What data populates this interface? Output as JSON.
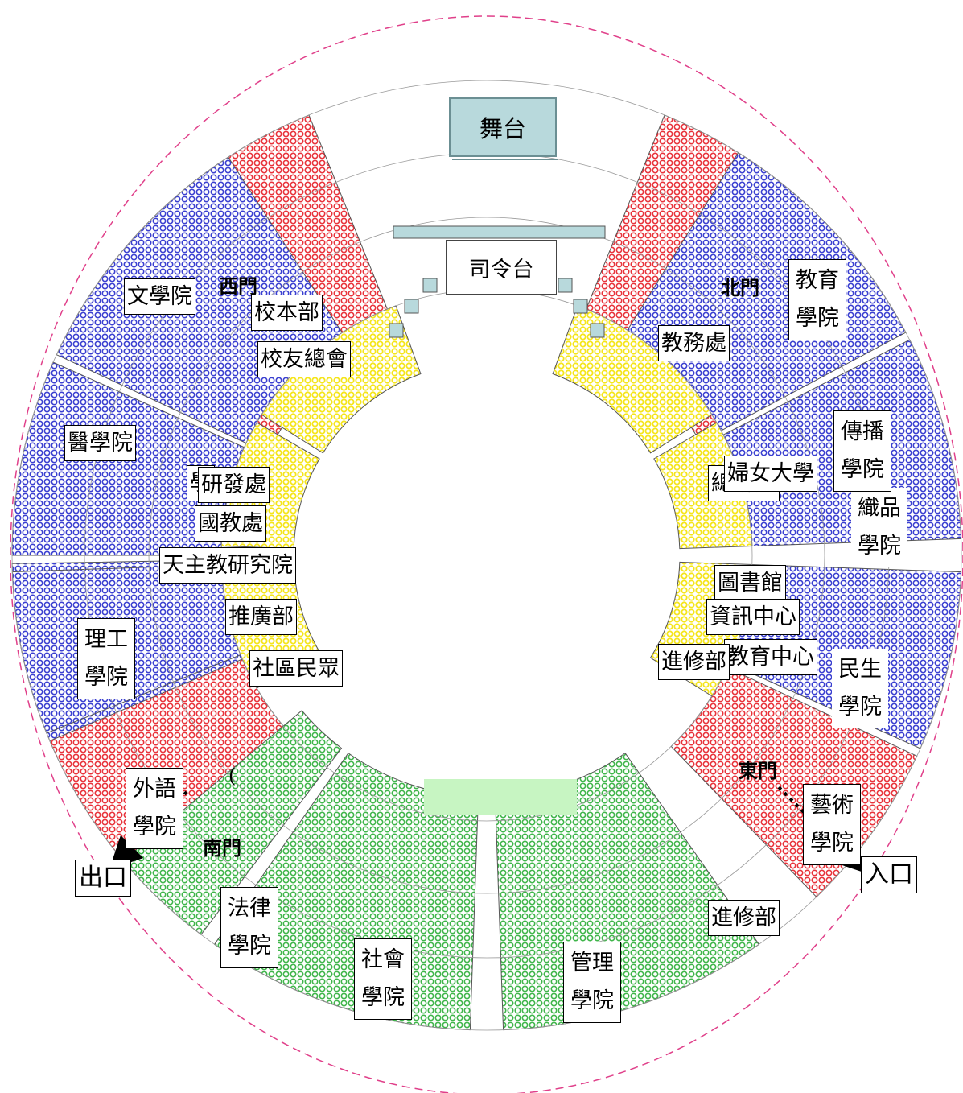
{
  "stage": {
    "label": "舞台"
  },
  "podium": {
    "label": "司令台"
  },
  "gates": {
    "west": "西門",
    "north": "北門",
    "east": "東門",
    "south": "南門"
  },
  "exits": {
    "exit": "出口",
    "entrance": "入口"
  },
  "colleges": {
    "liberal_arts": "文學院",
    "medicine": "醫學院",
    "science_eng": "理工\n學院",
    "foreign_lang": "外語\n學院",
    "law": "法律\n學院",
    "social": "社會\n學院",
    "management": "管理\n學院",
    "continuing_south": "進修部",
    "arts": "藝術\n學院",
    "human_ecology": "民生\n學院",
    "textile": "織品\n學院",
    "communication": "傳播\n學院",
    "education": "教育\n學院"
  },
  "inner_west": {
    "hq": "校本部",
    "alumni": "校友總會",
    "rd_partial": "學",
    "rd": "研發處",
    "edu_office": "國教處",
    "catholic": "天主教研究院",
    "extension": "推廣部",
    "community": "社區民眾"
  },
  "inner_east": {
    "academic": "教務處",
    "general_partial": "總務處",
    "women_univ": "婦女大學",
    "library": "圖書館",
    "it_center": "資訊中心",
    "edu_center": "教育中心",
    "continuing": "進修部"
  },
  "misc_mark": "(",
  "colors": {
    "red_section": "#e8323a",
    "blue_section": "#3a3fd0",
    "yellow_section": "#f5e51a",
    "green_section": "#3fb54a",
    "stage_fill": "#b8d9dc",
    "field_fill": "#c7f5c2",
    "boundary": "#e0408a"
  }
}
